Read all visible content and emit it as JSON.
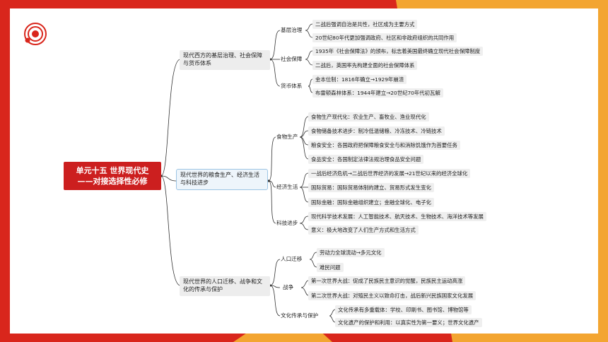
{
  "colors": {
    "accent_red": "#d9261c",
    "accent_yellow": "#f3a531"
  },
  "icons": {
    "logo": "concentric-circles-logo"
  },
  "root": {
    "line1": "单元十五 世界现代史",
    "line2": "——对接选择性必修"
  },
  "branches": [
    {
      "title": "现代西方的基层治理、社会保障与货币体系",
      "groups": [
        {
          "label": "基层治理",
          "items": [
            "二战后强调自治是共性，社区成为主要方式",
            "20世纪80年代更加强调政府、社区和非政府组织的共同作用"
          ]
        },
        {
          "label": "社会保障",
          "items": [
            "1935年《社会保障法》的颁布，标志着美国最终确立现代社会保障制度",
            "二战后，英国率先构建全面的社会保障体系"
          ]
        },
        {
          "label": "货币体系",
          "items": [
            "金本位制：1816年确立→1929年崩溃",
            "布雷顿森林体系：1944年建立→20世纪70年代初瓦解"
          ]
        }
      ]
    },
    {
      "title": "现代世界的粮食生产、经济生活与科技进步",
      "groups": [
        {
          "label": "食物生产",
          "items": [
            "食物生产现代化：农业生产、畜牧业、渔业现代化",
            "食物储备技术进步：制冷低温储粮、冷冻技术、冷链技术",
            "粮食安全：各国政府把保障粮食安全与和消除饥饿作为首要任务",
            "食品安全：各国制定法律法规治理食品安全问题"
          ]
        },
        {
          "label": "经济生活",
          "items": [
            "一战后经济危机→二战后世界经济的发展→21世纪以来的经济全球化",
            "国际贸易：国际贸易体制的建立、贸易形式发生变化",
            "国际金融：国际金融组织建立；金融全球化、电子化"
          ]
        },
        {
          "label": "科技进步",
          "items": [
            "现代科学技术发展：人工智能技术、航天技术、生物技术、海洋技术等发展",
            "意义：极大地改变了人们生产方式和生活方式"
          ]
        }
      ]
    },
    {
      "title": "现代世界的人口迁移、战争和文化的传承与保护",
      "groups": [
        {
          "label": "人口迁移",
          "items": [
            "劳动力全球流动→多元文化",
            "难民问题"
          ]
        },
        {
          "label": "战争",
          "items": [
            "第一次世界大战：促成了民族民主意识的觉醒，民族民主运动高涨",
            "第二次世界大战：对殖民主义以致命打击，战后新兴民族国家文化发展"
          ]
        },
        {
          "label": "文化传承与保护",
          "items": [
            "文化传承有多重载体：学校、印刷书、图书馆、博物馆等",
            "文化遗产的保护和利用：以真实性为第一要义；世界文化遗产"
          ]
        }
      ]
    }
  ]
}
